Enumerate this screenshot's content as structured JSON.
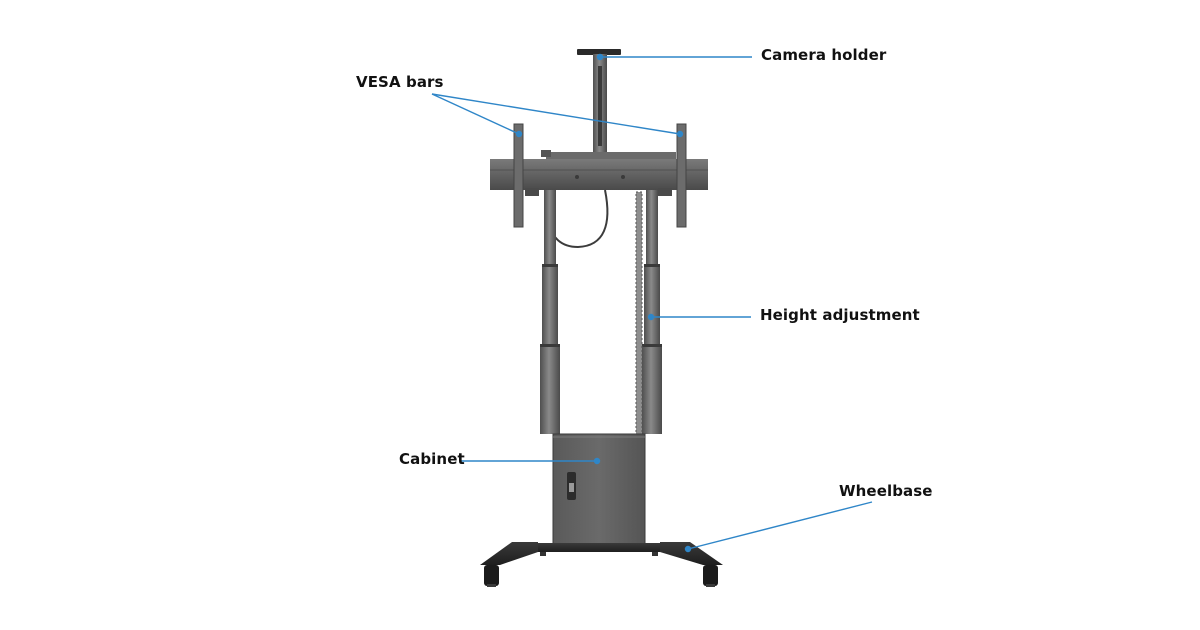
{
  "labels": {
    "camera_holder": "Camera holder",
    "vesa_bars": "VESA bars",
    "height_adjustment": "Height adjustment",
    "cabinet": "Cabinet",
    "wheelbase": "Wheelbase"
  },
  "colors": {
    "callout_line": "#2f86c8",
    "frame": "#5d5d5d",
    "frame_dark": "#3c3c3c",
    "base": "#2a2a2a"
  }
}
